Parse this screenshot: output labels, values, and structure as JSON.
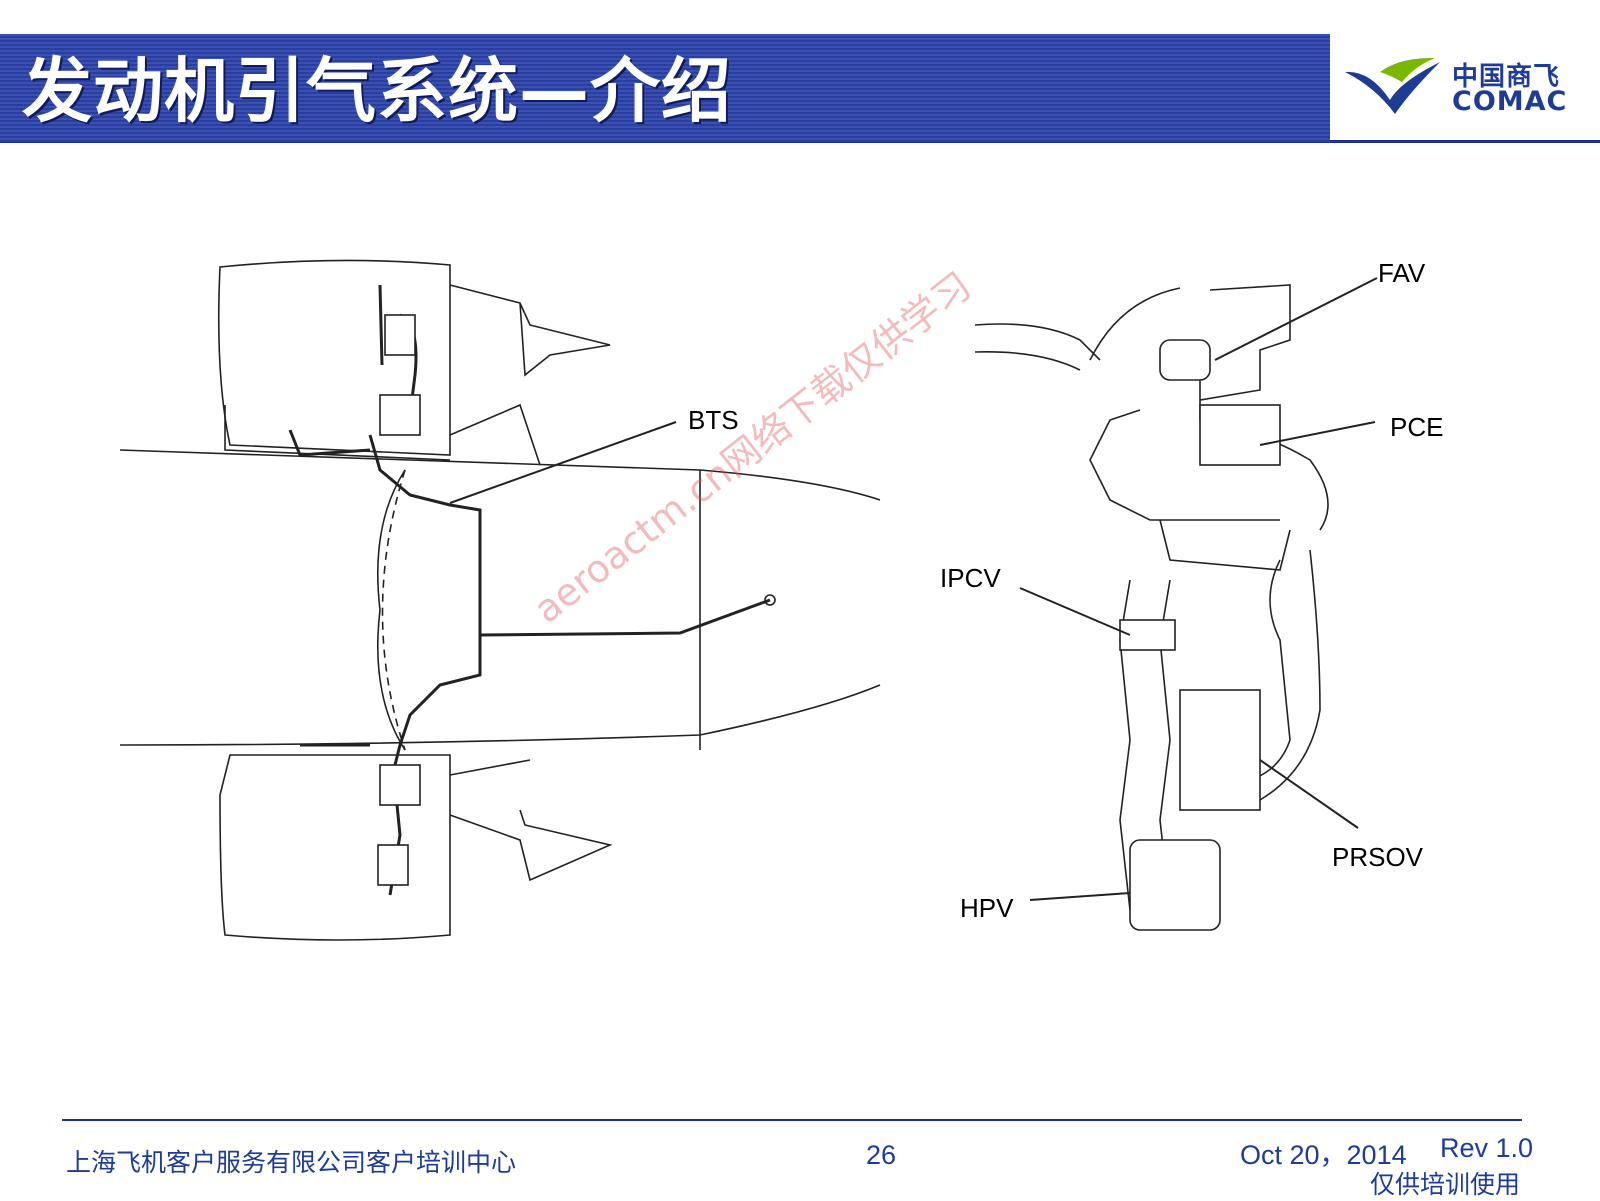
{
  "header": {
    "title": "发动机引气系统—介绍",
    "logo": {
      "cn": "中国商飞",
      "en": "COMAC"
    }
  },
  "diagram_left": {
    "labels": {
      "bts": "BTS"
    }
  },
  "diagram_right": {
    "labels": {
      "fav": "FAV",
      "pce": "PCE",
      "ipcv": "IPCV",
      "prsov": "PRSOV",
      "hpv": "HPV"
    }
  },
  "watermark": "aeroactm.cn网络下载仅供学习",
  "footer": {
    "organization": "上海飞机客户服务有限公司客户培训中心",
    "page_number": "26",
    "date": "Oct 20，2014",
    "revision": "Rev 1.0",
    "note": "仅供培训使用"
  },
  "colors": {
    "title_bar": "#2a3f9d",
    "footer_text": "#1e3c96",
    "logo_green": "#7ab800",
    "watermark": "#dc5050"
  }
}
